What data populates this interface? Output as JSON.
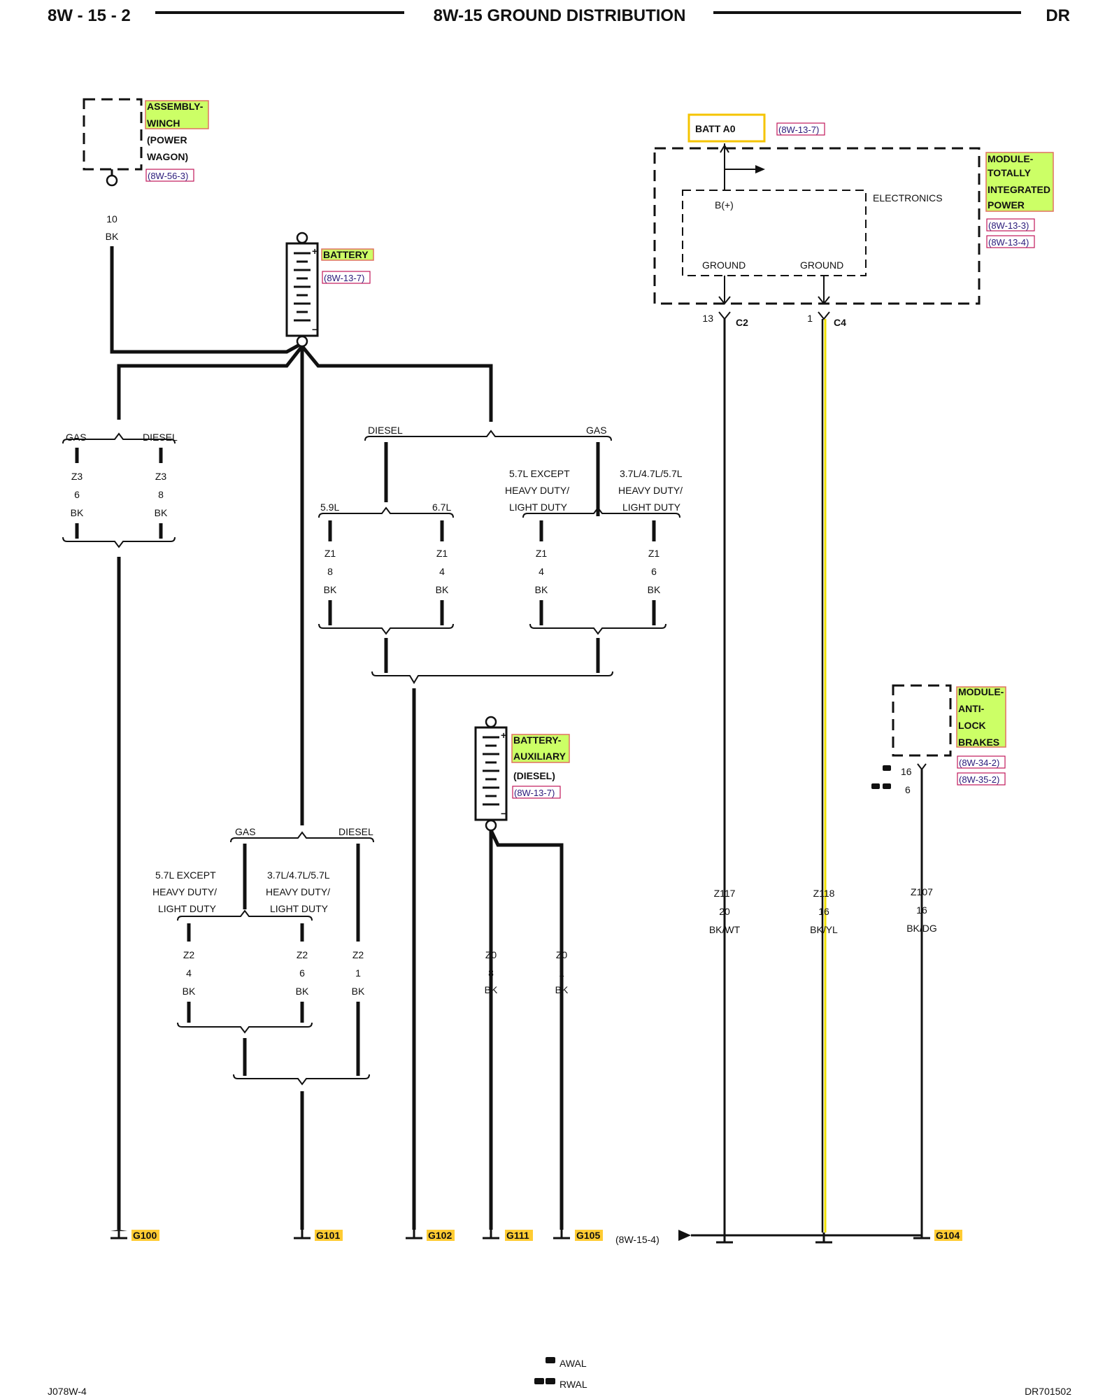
{
  "header": {
    "page": "8W - 15 - 2",
    "title": "8W-15 GROUND DISTRIBUTION",
    "model": "DR"
  },
  "components": {
    "winch": {
      "name_l1": "ASSEMBLY-",
      "name_l2": "WINCH",
      "note_l1": "(POWER",
      "note_l2": "WAGON)",
      "ref": "(8W-56-3)",
      "pin": "10",
      "color": "BK"
    },
    "battery": {
      "name": "BATTERY",
      "ref": "(8W-13-7)"
    },
    "tipm": {
      "name_l1": "MODULE-",
      "name_l2": "TOTALLY",
      "name_l3": "INTEGRATED",
      "name_l4": "POWER",
      "ref1": "(8W-13-3)",
      "ref2": "(8W-13-4)",
      "batt": "BATT A0",
      "batt_ref": "(8W-13-7)",
      "electronics": "ELECTRONICS",
      "bplus": "B(+)",
      "ground1": "GROUND",
      "ground2": "GROUND",
      "pin1": "13",
      "conn1": "C2",
      "pin2": "1",
      "conn2": "C4"
    },
    "abs": {
      "name_l1": "MODULE-",
      "name_l2": "ANTI-",
      "name_l3": "LOCK",
      "name_l4": "BRAKES",
      "ref1": "(8W-34-2)",
      "ref2": "(8W-35-2)",
      "pin1": "16",
      "pin2": "6"
    },
    "aux_battery": {
      "name_l1": "BATTERY-",
      "name_l2": "AUXILIARY",
      "note": "(DIESEL)",
      "ref": "(8W-13-7)"
    }
  },
  "branches": {
    "gas": "GAS",
    "diesel": "DIESEL",
    "l59": "5.9L",
    "l67": "6.7L",
    "except_l1": "5.7L EXCEPT",
    "except_l2": "HEAVY DUTY/",
    "except_l3": "LIGHT DUTY",
    "all_l1": "3.7L/4.7L/5.7L",
    "all_l2": "HEAVY DUTY/",
    "all_l3": "LIGHT DUTY"
  },
  "wires": {
    "z3_gas": {
      "circuit": "Z3",
      "gauge": "6",
      "color": "BK"
    },
    "z3_diesel": {
      "circuit": "Z3",
      "gauge": "8",
      "color": "BK"
    },
    "z1_59": {
      "circuit": "Z1",
      "gauge": "8",
      "color": "BK"
    },
    "z1_67": {
      "circuit": "Z1",
      "gauge": "4",
      "color": "BK"
    },
    "z1_except": {
      "circuit": "Z1",
      "gauge": "4",
      "color": "BK"
    },
    "z1_all": {
      "circuit": "Z1",
      "gauge": "6",
      "color": "BK"
    },
    "z2_except": {
      "circuit": "Z2",
      "gauge": "4",
      "color": "BK"
    },
    "z2_all": {
      "circuit": "Z2",
      "gauge": "6",
      "color": "BK"
    },
    "z2_diesel": {
      "circuit": "Z2",
      "gauge": "1",
      "color": "BK"
    },
    "z0_a": {
      "circuit": "Z0",
      "gauge": "8",
      "color": "BK"
    },
    "z0_b": {
      "circuit": "Z0",
      "gauge": "1",
      "color": "BK"
    },
    "z117": {
      "circuit": "Z117",
      "gauge": "20",
      "color": "BK/WT"
    },
    "z118": {
      "circuit": "Z118",
      "gauge": "16",
      "color": "BK/YL"
    },
    "z107": {
      "circuit": "Z107",
      "gauge": "16",
      "color": "BK/DG"
    }
  },
  "grounds": {
    "g100": "G100",
    "g101": "G101",
    "g102": "G102",
    "g111": "G111",
    "g105": "G105",
    "g104": "G104",
    "cont_ref": "(8W-15-4)"
  },
  "legend": {
    "awal": "AWAL",
    "rwal": "RWAL"
  },
  "footer": {
    "left": "J078W-4",
    "right": "DR701502"
  },
  "colors": {
    "highlight": "#ccff66",
    "ground_highlight": "#ffcc33",
    "batt_box": "#f5c400",
    "yellow_wire": "#f0e000",
    "ref_text": "#2a1a7a"
  }
}
